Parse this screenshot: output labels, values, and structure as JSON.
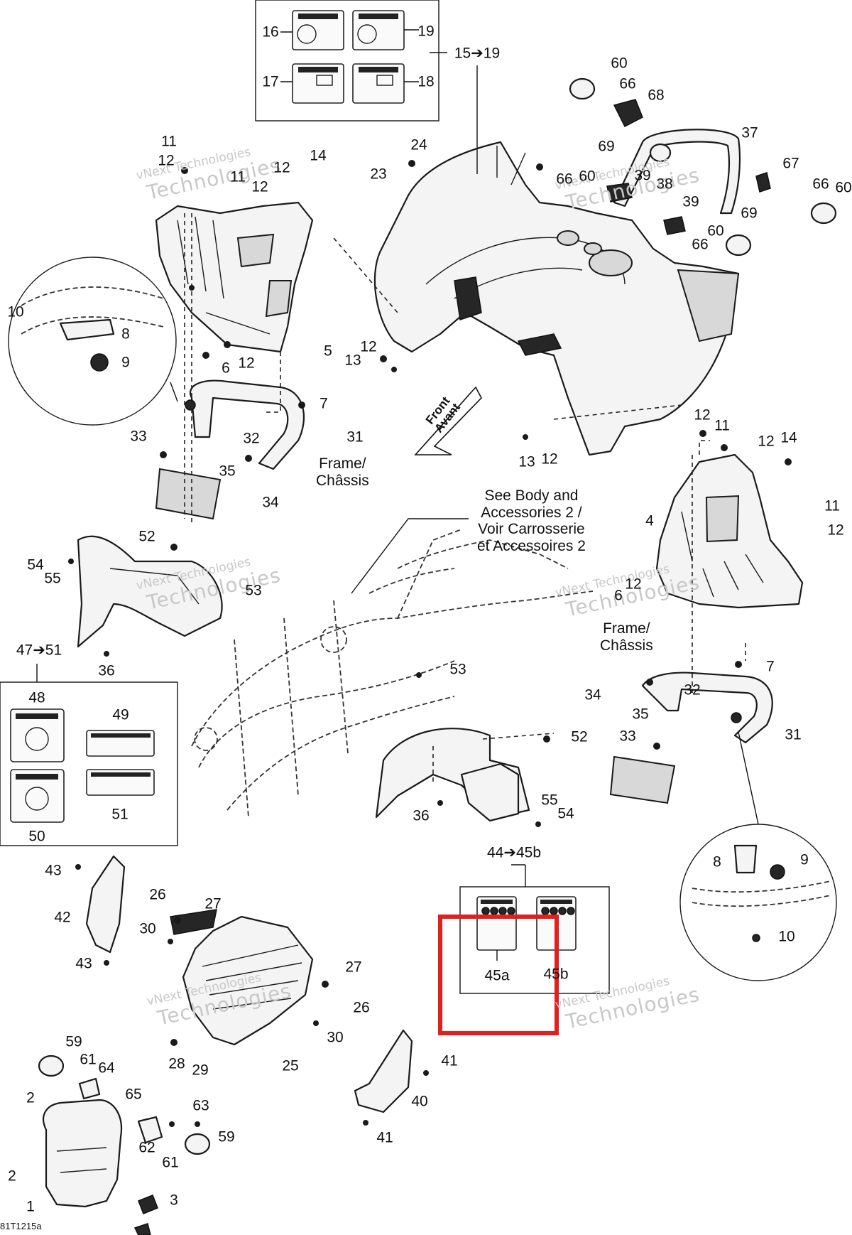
{
  "diagram": {
    "drawing_code": "81T1215a",
    "watermark": {
      "line1": "vNext",
      "line2": "Technologies",
      "combined": "vNext Technologies"
    },
    "notes": {
      "see_body": [
        "See Body and",
        "Accessories 2 /",
        "Voir Carrosserie",
        "et Accessoires 2"
      ],
      "frame_left": [
        "Frame/",
        "Châssis"
      ],
      "frame_right": [
        "Frame/",
        "Châssis"
      ],
      "front_arrow": [
        "Front",
        "Avant"
      ]
    },
    "groups": {
      "decals_top": "15➔19",
      "decals_left": "47➔51",
      "decals_bottom": "44➔45b"
    },
    "callouts": [
      "16",
      "19",
      "17",
      "18",
      "60",
      "66",
      "68",
      "69",
      "37",
      "23",
      "24",
      "66",
      "60",
      "39",
      "38",
      "39",
      "67",
      "66",
      "60",
      "69",
      "60",
      "66",
      "11",
      "12",
      "11",
      "12",
      "12",
      "14",
      "10",
      "8",
      "9",
      "5",
      "12",
      "13",
      "6",
      "12",
      "7",
      "33",
      "32",
      "31",
      "35",
      "34",
      "12",
      "11",
      "12",
      "14",
      "11",
      "12",
      "4",
      "12",
      "6",
      "7",
      "32",
      "34",
      "35",
      "31",
      "33",
      "52",
      "54",
      "55",
      "53",
      "36",
      "53",
      "52",
      "36",
      "55",
      "54",
      "48",
      "49",
      "50",
      "51",
      "43",
      "42",
      "43",
      "26",
      "27",
      "30",
      "27",
      "26",
      "30",
      "28",
      "29",
      "25",
      "8",
      "9",
      "10",
      "45a",
      "45b",
      "41",
      "40",
      "41",
      "59",
      "61",
      "64",
      "65",
      "2",
      "2",
      "63",
      "62",
      "61",
      "59",
      "1",
      "3",
      "13",
      "12"
    ]
  }
}
